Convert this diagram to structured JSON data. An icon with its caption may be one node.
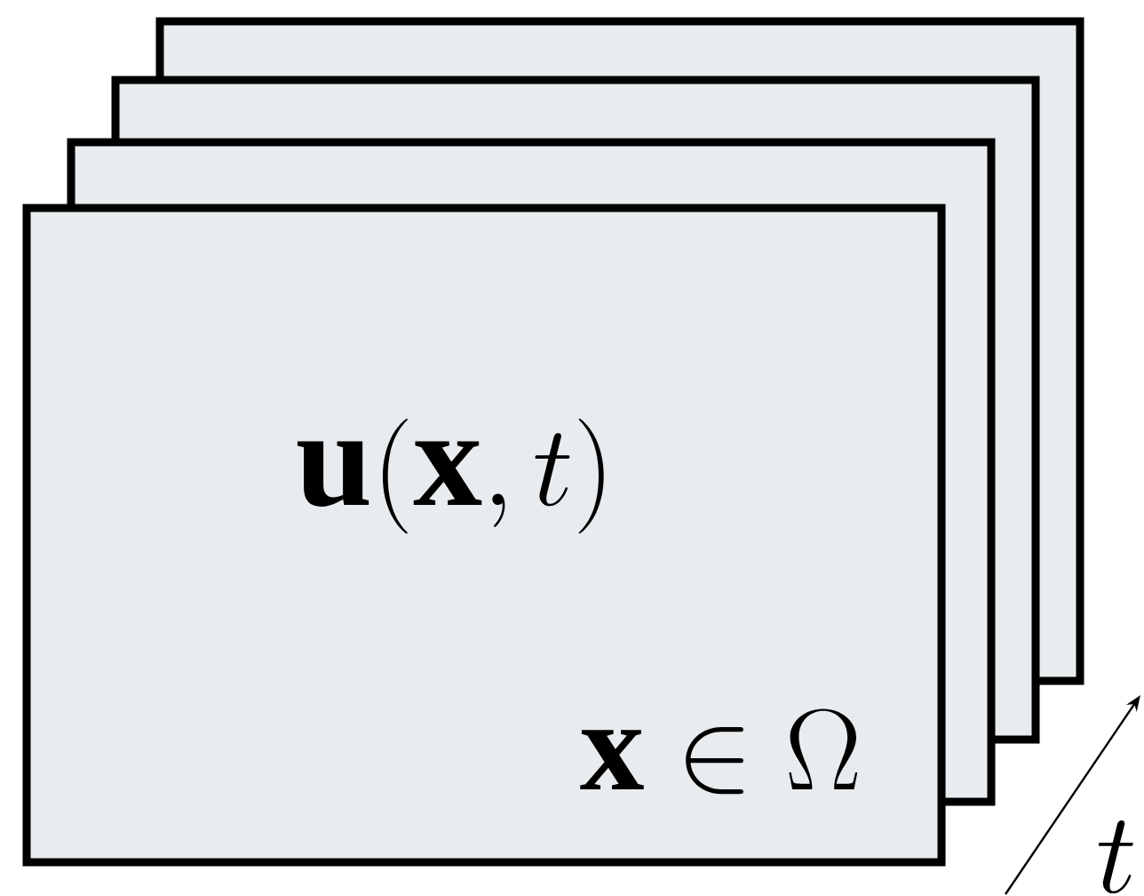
{
  "diagram": {
    "nodes": [
      {
        "text": [],
        "shape": "box"
      },
      {
        "text": [],
        "shape": "box"
      },
      {
        "text": [],
        "shape": "box"
      },
      {
        "text": [
          "\\mathbf{u}(\\mathbf{x},t)",
          "\\mathbf{x}\\in\\Omega"
        ]
      }
    ],
    "labels": [
      "t"
    ]
  }
}
